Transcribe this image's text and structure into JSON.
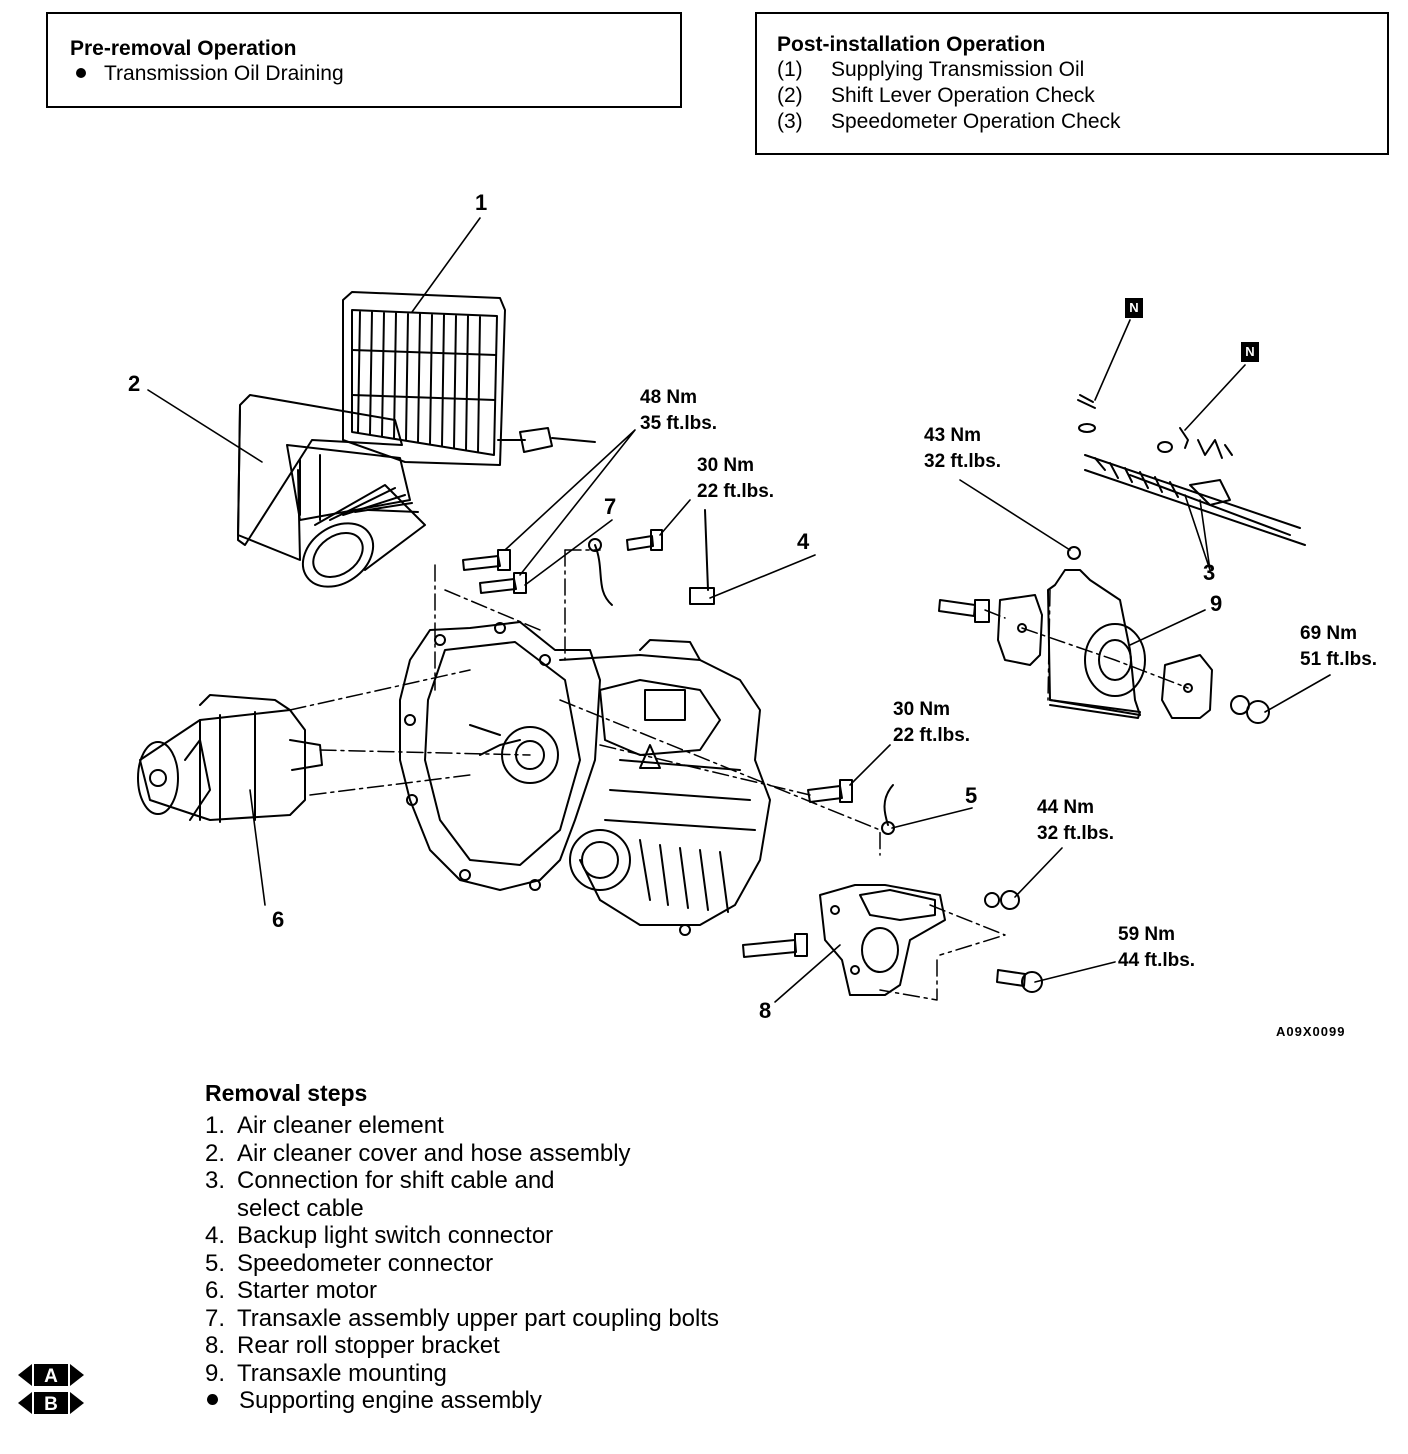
{
  "pre_removal": {
    "title": "Pre-removal Operation",
    "items": [
      "Transmission Oil Draining"
    ]
  },
  "post_installation": {
    "title": "Post-installation Operation",
    "items": [
      {
        "num": "(1)",
        "text": "Supplying Transmission Oil"
      },
      {
        "num": "(2)",
        "text": "Shift Lever Operation Check"
      },
      {
        "num": "(3)",
        "text": "Speedometer Operation Check"
      }
    ]
  },
  "callouts": {
    "c1": "1",
    "c2": "2",
    "c3": "3",
    "c4": "4",
    "c5": "5",
    "c6": "6",
    "c7": "7",
    "c8": "8",
    "c9": "9"
  },
  "torques": {
    "t48": {
      "nm": "48 Nm",
      "ft": "35 ft.lbs."
    },
    "t30a": {
      "nm": "30 Nm",
      "ft": "22 ft.lbs."
    },
    "t43": {
      "nm": "43 Nm",
      "ft": "32 ft.lbs."
    },
    "t69": {
      "nm": "69 Nm",
      "ft": "51 ft.lbs."
    },
    "t30b": {
      "nm": "30 Nm",
      "ft": "22 ft.lbs."
    },
    "t44": {
      "nm": "44 Nm",
      "ft": "32 ft.lbs."
    },
    "t59": {
      "nm": "59 Nm",
      "ft": "44 ft.lbs."
    }
  },
  "badges": {
    "n1": "N",
    "n2": "N"
  },
  "figure_code": "A09X0099",
  "removal_steps": {
    "title": "Removal steps",
    "items": [
      {
        "num": "1.",
        "text": "Air cleaner element"
      },
      {
        "num": "2.",
        "text": "Air cleaner cover and hose assembly"
      },
      {
        "num": "3.",
        "text": "Connection for shift cable and"
      },
      {
        "num": "",
        "text": "select cable"
      },
      {
        "num": "4.",
        "text": "Backup light switch connector"
      },
      {
        "num": "5.",
        "text": "Speedometer connector"
      },
      {
        "num": "6.",
        "text": "Starter motor"
      },
      {
        "num": "7.",
        "text": "Transaxle assembly upper part coupling bolts"
      },
      {
        "num": "8.",
        "text": "Rear roll stopper bracket"
      },
      {
        "num": "9.",
        "text": "Transaxle mounting"
      }
    ],
    "final_bullet": "Supporting engine assembly"
  },
  "markers": {
    "a": "A",
    "b": "B"
  }
}
